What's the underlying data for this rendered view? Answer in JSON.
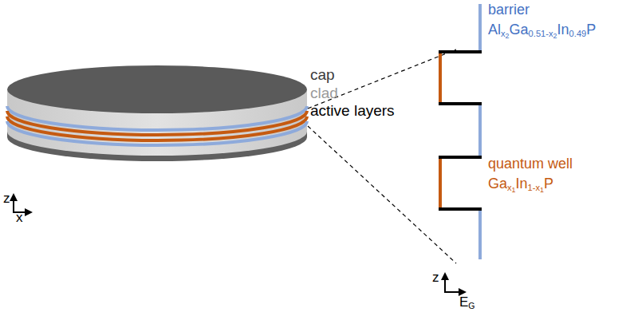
{
  "diagram": {
    "labels": [
      "cap",
      "clad",
      "active layers",
      "z",
      "x",
      "barrier",
      "Alx2Ga0.51-x2In0.49P",
      "quantum well",
      "Gax1In1-x1P",
      "z",
      "EG"
    ]
  }
}
